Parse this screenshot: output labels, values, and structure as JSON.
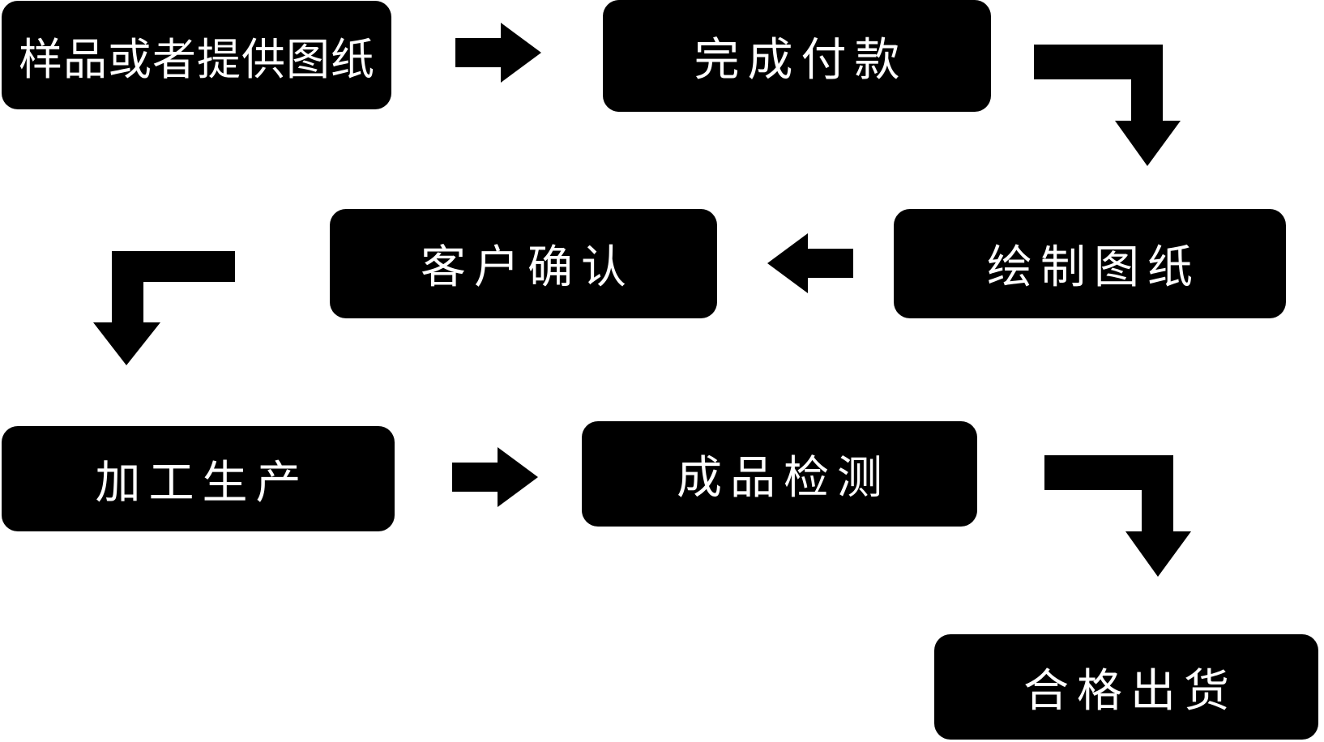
{
  "flowchart": {
    "background_color": "#ffffff",
    "node_fill_color": "#000000",
    "node_text_color": "#ffffff",
    "arrow_color": "#000000",
    "nodes": [
      {
        "id": "sample-or-provide-drawing",
        "label": "样品或者提供图纸"
      },
      {
        "id": "complete-payment",
        "label": "完成付款"
      },
      {
        "id": "draw-drawings",
        "label": "绘制图纸"
      },
      {
        "id": "customer-confirmation",
        "label": "客户确认"
      },
      {
        "id": "processing-production",
        "label": "加工生产"
      },
      {
        "id": "finished-product-inspection",
        "label": "成品检测"
      },
      {
        "id": "qualified-shipment",
        "label": "合格出货"
      }
    ],
    "edges": [
      {
        "from": "样品或者提供图纸",
        "to": "完成付款",
        "direction": "right"
      },
      {
        "from": "完成付款",
        "to": "绘制图纸",
        "direction": "down-right-elbow"
      },
      {
        "from": "绘制图纸",
        "to": "客户确认",
        "direction": "left"
      },
      {
        "from": "客户确认",
        "to": "加工生产",
        "direction": "down-left-elbow"
      },
      {
        "from": "加工生产",
        "to": "成品检测",
        "direction": "right"
      },
      {
        "from": "成品检测",
        "to": "合格出货",
        "direction": "down-right-elbow"
      }
    ]
  }
}
